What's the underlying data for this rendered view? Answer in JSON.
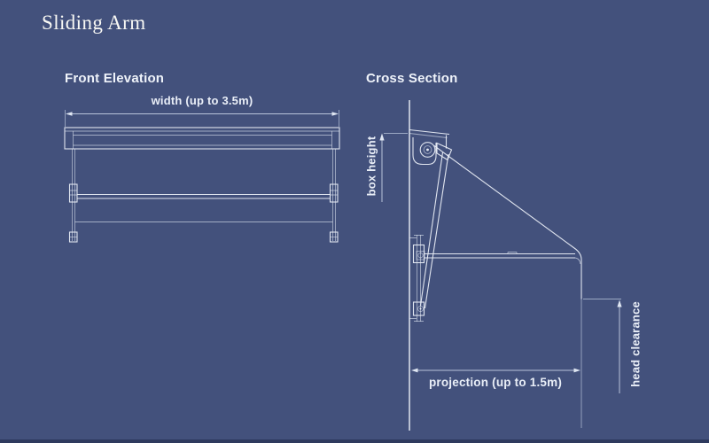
{
  "page": {
    "title": "Sliding Arm",
    "background_color": "#43517C",
    "line_color": "#E9EDF5",
    "dimension_line_color": "#CDD8EB",
    "text_color": "#EFF3FA"
  },
  "views": {
    "front_elevation": {
      "heading": "Front Elevation",
      "dimensions": {
        "width": "width (up to 3.5m)"
      }
    },
    "cross_section": {
      "heading": "Cross Section",
      "dimensions": {
        "box_height": "box height",
        "projection": "projection (up to 1.5m)",
        "head_clearance": "head clearance"
      }
    }
  }
}
